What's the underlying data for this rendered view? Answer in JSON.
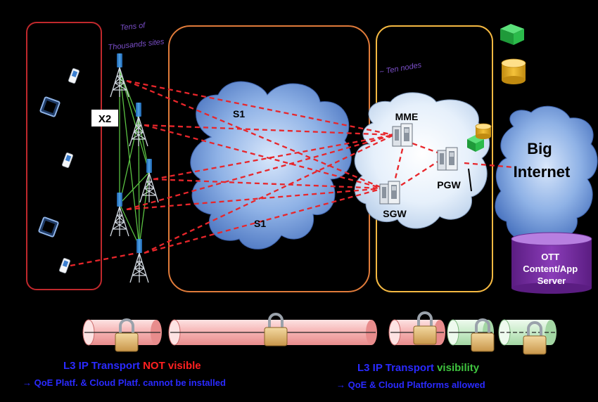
{
  "labels": {
    "sites": [
      "Tens of",
      "Thousands sites"
    ],
    "ten_nodes": "~ Ten nodes",
    "x2": "X2",
    "s1_top": "S1",
    "s1_bottom": "S1",
    "mme": "MME",
    "sgw": "SGW",
    "pgw": "PGW",
    "internet": [
      "Big",
      "Internet"
    ],
    "ott": [
      "OTT",
      "Content/App",
      "Server"
    ]
  },
  "captions": {
    "left": {
      "title_prefix": "L3 IP Transport",
      "title_highlight": "NOT visible",
      "subtitle": "→ QoE Platf. & Cloud Platf. cannot be installed"
    },
    "right": {
      "title_prefix": "L3 IP Transport",
      "title_highlight": "visibility",
      "subtitle": "→ QoE  & Cloud Platforms allowed"
    }
  },
  "colors": {
    "ran_box": "#c0282c",
    "transport_box": "#e07b3a",
    "core_box": "#f5b942",
    "links": "#e8262b",
    "x2_links": "#5ac142",
    "caption_blue": "#2a2aff",
    "caption_red": "#ff2020",
    "caption_green": "#3fc43f",
    "tube_pink": "#f7c3c3",
    "tube_green": "#cdeccd",
    "ott_purple": "#7a2fa3"
  }
}
